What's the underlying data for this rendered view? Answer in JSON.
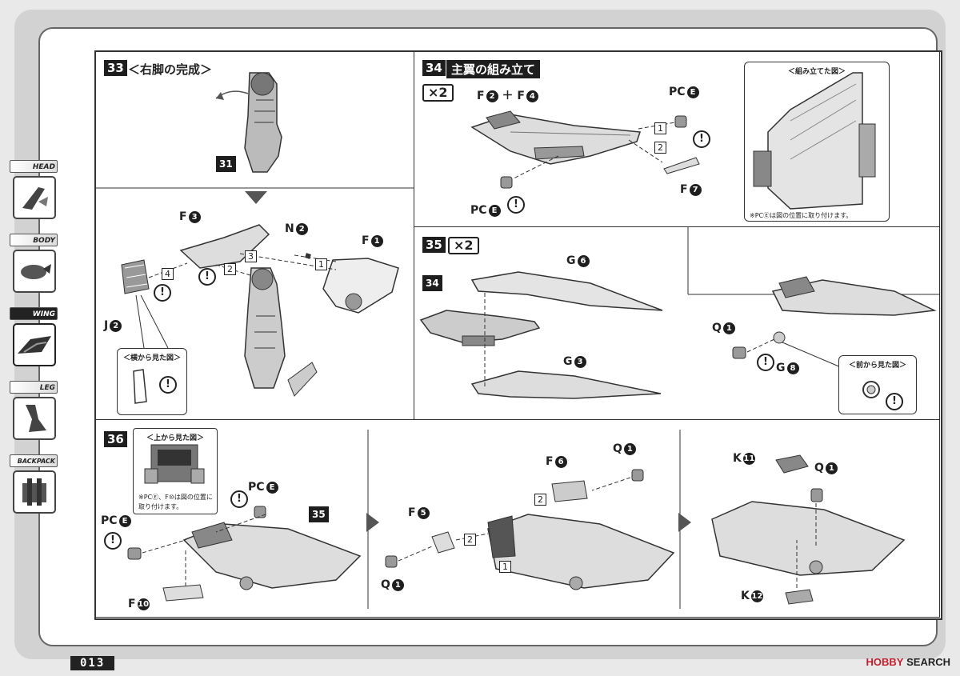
{
  "sidebar": {
    "tabs": [
      {
        "label": "HEAD",
        "icon": "head-part-icon"
      },
      {
        "label": "BODY",
        "icon": "body-part-icon"
      },
      {
        "label": "WING",
        "icon": "wing-part-icon"
      },
      {
        "label": "LEG",
        "icon": "leg-part-icon"
      },
      {
        "label": "BACKPACK",
        "icon": "backpack-part-icon"
      }
    ],
    "active": "WING"
  },
  "steps": {
    "s33": {
      "num": "33",
      "title": "＜右脚の完成＞",
      "ref": "31",
      "labels": {
        "f3": "F",
        "f3n": "3",
        "n2": "N",
        "n2n": "2",
        "f1": "F",
        "f1n": "1",
        "j2": "J",
        "j2n": "2"
      },
      "order": [
        "1",
        "2",
        "3",
        "4"
      ],
      "note_title": "＜横から見た図＞"
    },
    "s34": {
      "num": "34",
      "title": "主翼の組み立て",
      "qty": "×2",
      "labels": {
        "f2": "F",
        "f2n": "2",
        "plus": "＋",
        "f4": "F",
        "f4n": "4",
        "pce_a": "PC",
        "pce_an": "E",
        "pce_b": "PC",
        "pce_bn": "E",
        "f7": "F",
        "f7n": "7"
      },
      "order": [
        "1",
        "2"
      ],
      "note_title": "＜組み立てた図＞",
      "note_text": "※PCⒺは図の位置に取り付けます。"
    },
    "s35": {
      "num": "35",
      "qty": "×2",
      "ref": "34",
      "labels": {
        "g6": "G",
        "g6n": "6",
        "g3": "G",
        "g3n": "3",
        "q1": "Q",
        "q1n": "1",
        "g8": "G",
        "g8n": "8"
      },
      "note_title": "＜前から見た図＞"
    },
    "s36": {
      "num": "36",
      "ref": "35",
      "note_title": "＜上から見た図＞",
      "note_text_1": "※PCⒺ、F⑩は図の位置に",
      "note_text_2": "取り付けます。",
      "labels": {
        "pce_a": "PC",
        "pce_an": "E",
        "pce_b": "PC",
        "pce_bn": "E",
        "f10": "F",
        "f10n": "10",
        "f5": "F",
        "f5n": "5",
        "q1a": "Q",
        "q1an": "1",
        "f6": "F",
        "f6n": "6",
        "q1b": "Q",
        "q1bn": "1",
        "k11": "K",
        "k11n": "11",
        "q1c": "Q",
        "q1cn": "1",
        "k12": "K",
        "k12n": "12"
      },
      "order": [
        "1",
        "2"
      ]
    }
  },
  "footer": {
    "page": "013",
    "brand_prefix": "HOBBY",
    "brand_suffix": " SEARCH"
  },
  "warn_symbol": "!"
}
